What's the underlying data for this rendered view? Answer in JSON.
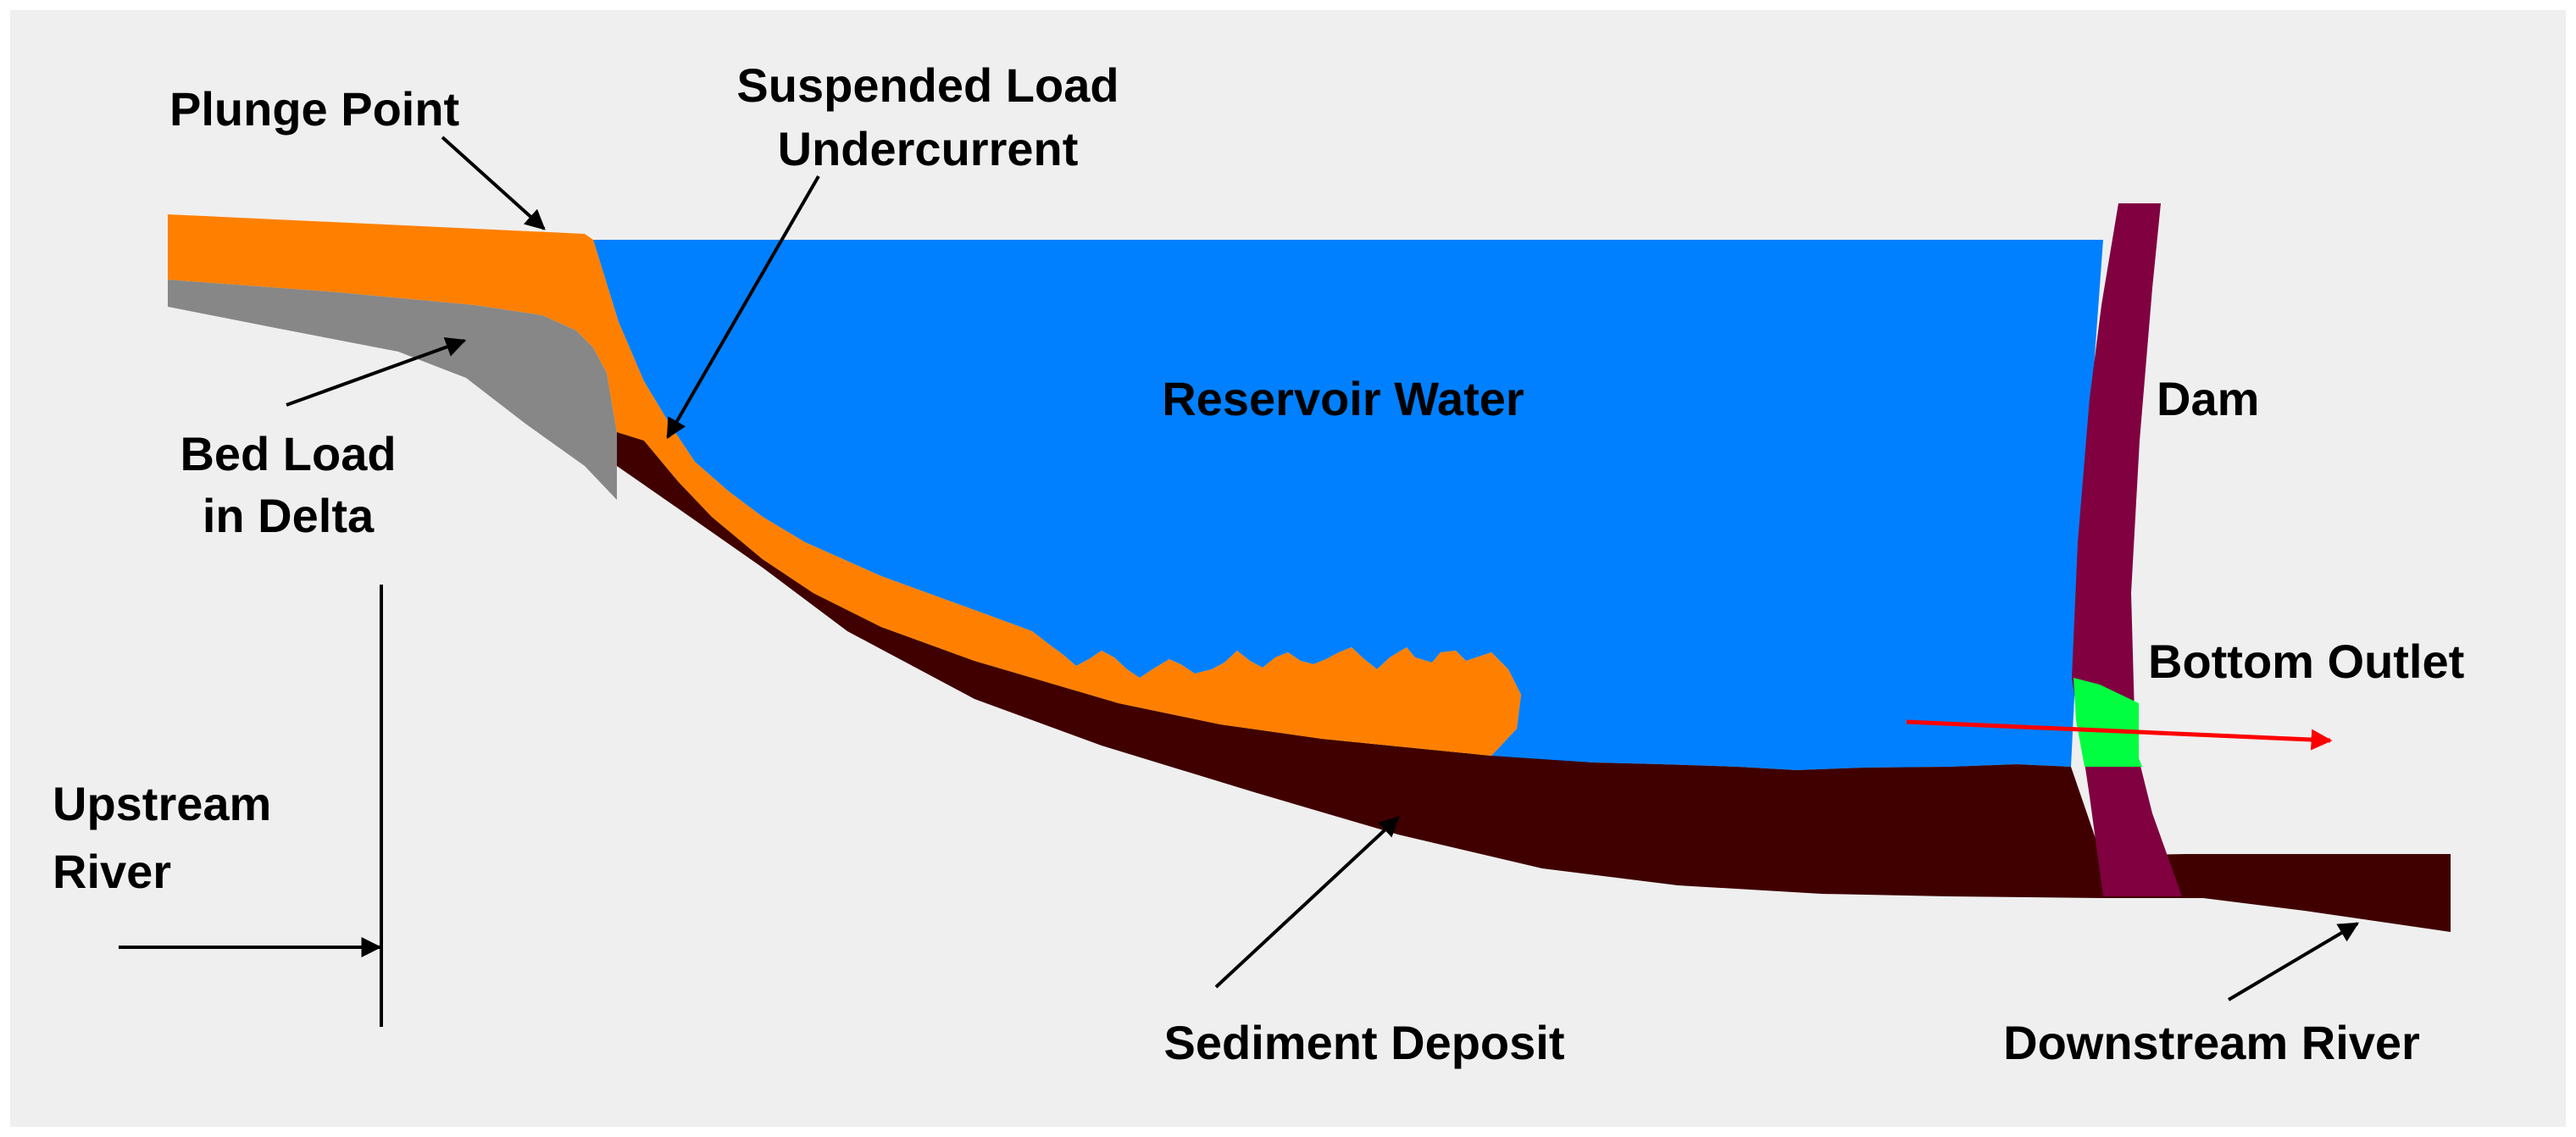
{
  "labels": {
    "plunge_point": "Plunge Point",
    "suspended_load_line1": "Suspended Load",
    "suspended_load_line2": "Undercurrent",
    "reservoir_water": "Reservoir Water",
    "dam": "Dam",
    "bed_load_line1": "Bed Load",
    "bed_load_line2": "in Delta",
    "bottom_outlet": "Bottom Outlet",
    "upstream_line1": "Upstream",
    "upstream_line2": "River",
    "sediment_deposit": "Sediment Deposit",
    "downstream_river": "Downstream River"
  },
  "colors": {
    "background": "#efefef",
    "reservoir_water": "#0080ff",
    "suspended_load": "#ff8000",
    "bed_load": "#878787",
    "sediment_deposit": "#400000",
    "dam": "#800040",
    "bottom_outlet": "#00ff40",
    "flow_arrow": "#ff0000",
    "leader_lines": "#000000"
  }
}
